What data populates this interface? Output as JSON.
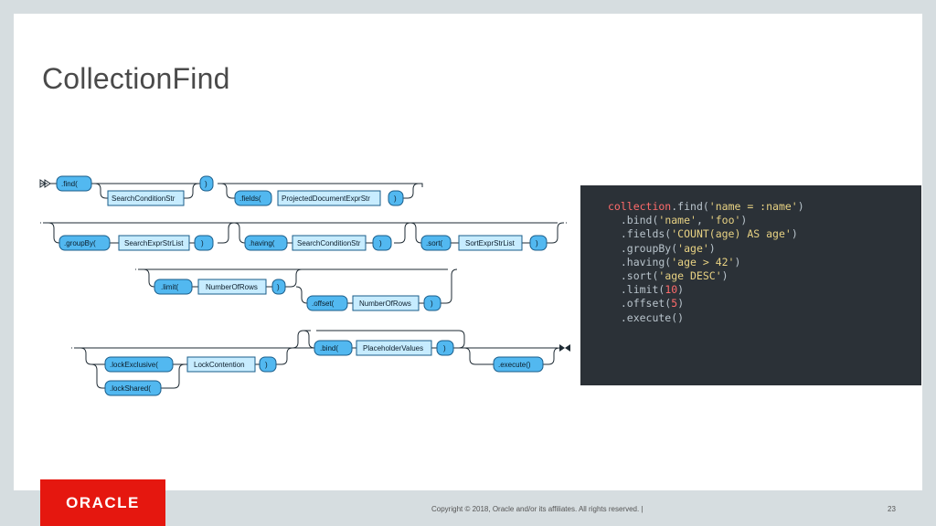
{
  "slide": {
    "title": "CollectionFind",
    "page_number": "23",
    "copyright": "Copyright © 2018, Oracle and/or its affiliates. All rights reserved.  |",
    "logo_text": "ORACLE",
    "brand_color": "#e5170f"
  },
  "diagram": {
    "terminals": {
      "find": ".find(",
      "close1": ")",
      "fields": ".fields(",
      "close2": ")",
      "groupBy": ".groupBy(",
      "close3": ")",
      "having": ".having(",
      "close4": ")",
      "sort": ".sort(",
      "close5": ")",
      "limit": ".limit(",
      "close6": ")",
      "offset": ".offset(",
      "close7": ")",
      "lockExclusive": ".lockExclusive(",
      "lockShared": ".lockShared(",
      "close8": ")",
      "bind": ".bind(",
      "close9": ")",
      "execute": ".execute()"
    },
    "nonterminals": {
      "searchCondition1": "SearchConditionStr",
      "projected": "ProjectedDocumentExprStr",
      "searchExprList": "SearchExprStrList",
      "searchCondition2": "SearchConditionStr",
      "sortExprList": "SortExprStrList",
      "numberOfRows1": "NumberOfRows",
      "numberOfRows2": "NumberOfRows",
      "lockContention": "LockContention",
      "placeholderValues": "PlaceholderValues"
    }
  },
  "code": {
    "lines": [
      [
        {
          "t": "obj",
          "v": "collection"
        },
        {
          "t": "plain",
          "v": ".find("
        },
        {
          "t": "str",
          "v": "'name = :name'"
        },
        {
          "t": "plain",
          "v": ")"
        }
      ],
      [
        {
          "t": "plain",
          "v": "  .bind("
        },
        {
          "t": "str",
          "v": "'name'"
        },
        {
          "t": "plain",
          "v": ", "
        },
        {
          "t": "str",
          "v": "'foo'"
        },
        {
          "t": "plain",
          "v": ")"
        }
      ],
      [
        {
          "t": "plain",
          "v": "  .fields("
        },
        {
          "t": "str",
          "v": "'COUNT(age) AS age'"
        },
        {
          "t": "plain",
          "v": ")"
        }
      ],
      [
        {
          "t": "plain",
          "v": "  .groupBy("
        },
        {
          "t": "str",
          "v": "'age'"
        },
        {
          "t": "plain",
          "v": ")"
        }
      ],
      [
        {
          "t": "plain",
          "v": "  .having("
        },
        {
          "t": "str",
          "v": "'age > 42'"
        },
        {
          "t": "plain",
          "v": ")"
        }
      ],
      [
        {
          "t": "plain",
          "v": "  .sort("
        },
        {
          "t": "str",
          "v": "'age DESC'"
        },
        {
          "t": "plain",
          "v": ")"
        }
      ],
      [
        {
          "t": "plain",
          "v": "  .limit("
        },
        {
          "t": "num",
          "v": "10"
        },
        {
          "t": "plain",
          "v": ")"
        }
      ],
      [
        {
          "t": "plain",
          "v": "  .offset("
        },
        {
          "t": "num",
          "v": "5"
        },
        {
          "t": "plain",
          "v": ")"
        }
      ],
      [
        {
          "t": "plain",
          "v": "  .execute()"
        }
      ]
    ]
  }
}
